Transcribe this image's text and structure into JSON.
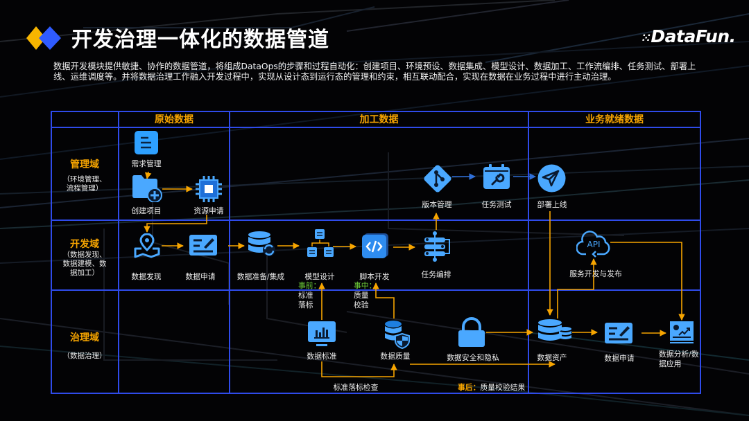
{
  "header": {
    "title": "开发治理一体化的数据管道",
    "brand": "DataFun.",
    "intro": "数据开发模块提供敏捷、协作的数据管道，将组成DataOps的步骤和过程自动化：创建项目、环境预设、数据集成、模型设计、数据加工、工作流编排、任务测试、部署上线、运维调度等。并将数据治理工作融入开发过程中，实现从设计态到运行态的管理和约束，相互联动配合，实现在数据在业务过程中进行主动治理。"
  },
  "colors": {
    "accent": "#f7a500",
    "grid_line": "#2f4bea",
    "icon_blue": "#4aa8ff",
    "arrow": "#f7a500",
    "note_green": "#6fcf3a"
  },
  "columns": [
    "原始数据",
    "加工数据",
    "业务就绪数据"
  ],
  "domains": [
    {
      "title": "管理域",
      "sub": [
        "（环境管理、",
        "流程管理）"
      ]
    },
    {
      "title": "开发域",
      "sub": [
        "（数据发现、",
        "数据建模、数",
        "据加工）"
      ]
    },
    {
      "title": "治理域",
      "sub": [
        "（数据治理）"
      ]
    }
  ],
  "nodes": {
    "requirement": {
      "label": "需求管理",
      "icon": "list-doc-icon"
    },
    "create_project": {
      "label": "创建项目",
      "icon": "folder-add-icon"
    },
    "resource_request": {
      "label": "资源申请",
      "icon": "chip-icon"
    },
    "version_mgmt": {
      "label": "版本管理",
      "icon": "git-icon"
    },
    "task_test": {
      "label": "任务测试",
      "icon": "calendar-wrench-icon"
    },
    "deploy": {
      "label": "部署上线",
      "icon": "paper-plane-icon"
    },
    "data_discovery": {
      "label": "数据发现",
      "icon": "map-pin-icon"
    },
    "data_apply_dev": {
      "label": "数据申请",
      "icon": "sign-form-icon"
    },
    "data_prep": {
      "label": "数据准备/集成",
      "icon": "database-sync-icon"
    },
    "model_design": {
      "label": "模型设计",
      "icon": "hierarchy-icon"
    },
    "script_dev": {
      "label": "脚本开发",
      "icon": "code-icon"
    },
    "task_orch": {
      "label": "任务编排",
      "icon": "workflow-icon"
    },
    "api_service": {
      "label": "服务开发与发布",
      "icon": "api-cloud-icon",
      "icon_text": "API"
    },
    "data_standard": {
      "label": "数据标准",
      "icon": "monitor-chart-icon"
    },
    "data_quality": {
      "label": "数据质量",
      "icon": "database-shield-icon"
    },
    "data_security": {
      "label": "数据安全和隐私",
      "icon": "lock-icon"
    },
    "data_asset": {
      "label": "数据资产",
      "icon": "database-stack-icon"
    },
    "data_apply_gov": {
      "label": "数据申请",
      "icon": "sign-form-icon"
    },
    "data_analysis": {
      "label": "数据分析/数据应用",
      "label_lines": [
        "数据分析/数",
        "据应用"
      ],
      "icon": "analytics-icon"
    }
  },
  "notes": {
    "before": {
      "key": "事前：",
      "lines": [
        "标准",
        "落标"
      ]
    },
    "during": {
      "key": "事中：",
      "lines": [
        "质量",
        "校验"
      ]
    },
    "check": "标准落标检查",
    "after": {
      "key": "事后：",
      "text": "质量校验结果"
    }
  }
}
